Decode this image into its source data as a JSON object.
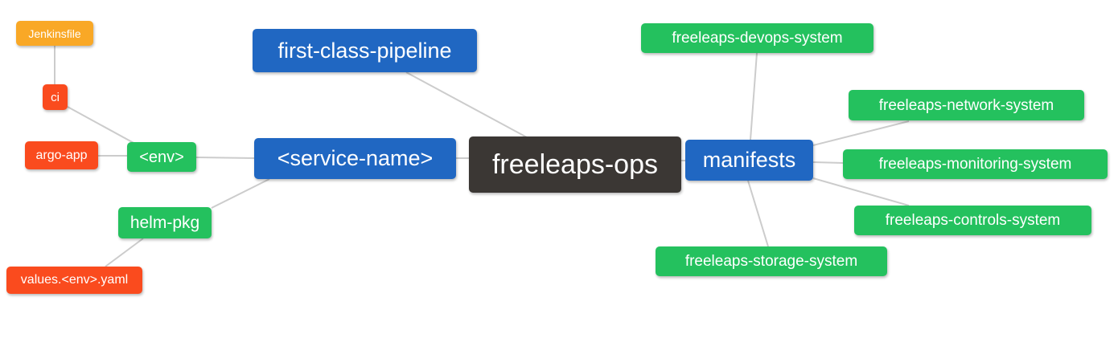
{
  "diagram": {
    "type": "mindmap",
    "palette": {
      "blue": "#2067C2",
      "green": "#24C15E",
      "orange": "#F9A826",
      "red": "#FA4B1E",
      "dark": "#3B3734",
      "edge": "#CCCCCC",
      "node_text": "#FFFFFF"
    },
    "nodes": [
      {
        "id": "jenkinsfile",
        "label": "Jenkinsfile",
        "color": "orange"
      },
      {
        "id": "ci",
        "label": "ci",
        "color": "red"
      },
      {
        "id": "argo-app",
        "label": "argo-app",
        "color": "red"
      },
      {
        "id": "env",
        "label": "<env>",
        "color": "green"
      },
      {
        "id": "helm-pkg",
        "label": "helm-pkg",
        "color": "green"
      },
      {
        "id": "values-env-yaml",
        "label": "values.<env>.yaml",
        "color": "red"
      },
      {
        "id": "first-class-pipeline",
        "label": "first-class-pipeline",
        "color": "blue"
      },
      {
        "id": "service-name",
        "label": "<service-name>",
        "color": "blue"
      },
      {
        "id": "freeleaps-ops",
        "label": "freeleaps-ops",
        "color": "dark"
      },
      {
        "id": "manifests",
        "label": "manifests",
        "color": "blue"
      },
      {
        "id": "freeleaps-devops-system",
        "label": "freeleaps-devops-system",
        "color": "green"
      },
      {
        "id": "freeleaps-network-system",
        "label": "freeleaps-network-system",
        "color": "green"
      },
      {
        "id": "freeleaps-monitoring-system",
        "label": "freeleaps-monitoring-system",
        "color": "green"
      },
      {
        "id": "freeleaps-controls-system",
        "label": "freeleaps-controls-system",
        "color": "green"
      },
      {
        "id": "freeleaps-storage-system",
        "label": "freeleaps-storage-system",
        "color": "green"
      }
    ],
    "edges": [
      {
        "from": "jenkinsfile",
        "to": "ci"
      },
      {
        "from": "ci",
        "to": "env"
      },
      {
        "from": "argo-app",
        "to": "env"
      },
      {
        "from": "env",
        "to": "service-name"
      },
      {
        "from": "helm-pkg",
        "to": "service-name"
      },
      {
        "from": "values-env-yaml",
        "to": "helm-pkg"
      },
      {
        "from": "first-class-pipeline",
        "to": "freeleaps-ops"
      },
      {
        "from": "service-name",
        "to": "freeleaps-ops"
      },
      {
        "from": "freeleaps-ops",
        "to": "manifests"
      },
      {
        "from": "manifests",
        "to": "freeleaps-devops-system"
      },
      {
        "from": "manifests",
        "to": "freeleaps-network-system"
      },
      {
        "from": "manifests",
        "to": "freeleaps-monitoring-system"
      },
      {
        "from": "manifests",
        "to": "freeleaps-controls-system"
      },
      {
        "from": "manifests",
        "to": "freeleaps-storage-system"
      }
    ]
  }
}
